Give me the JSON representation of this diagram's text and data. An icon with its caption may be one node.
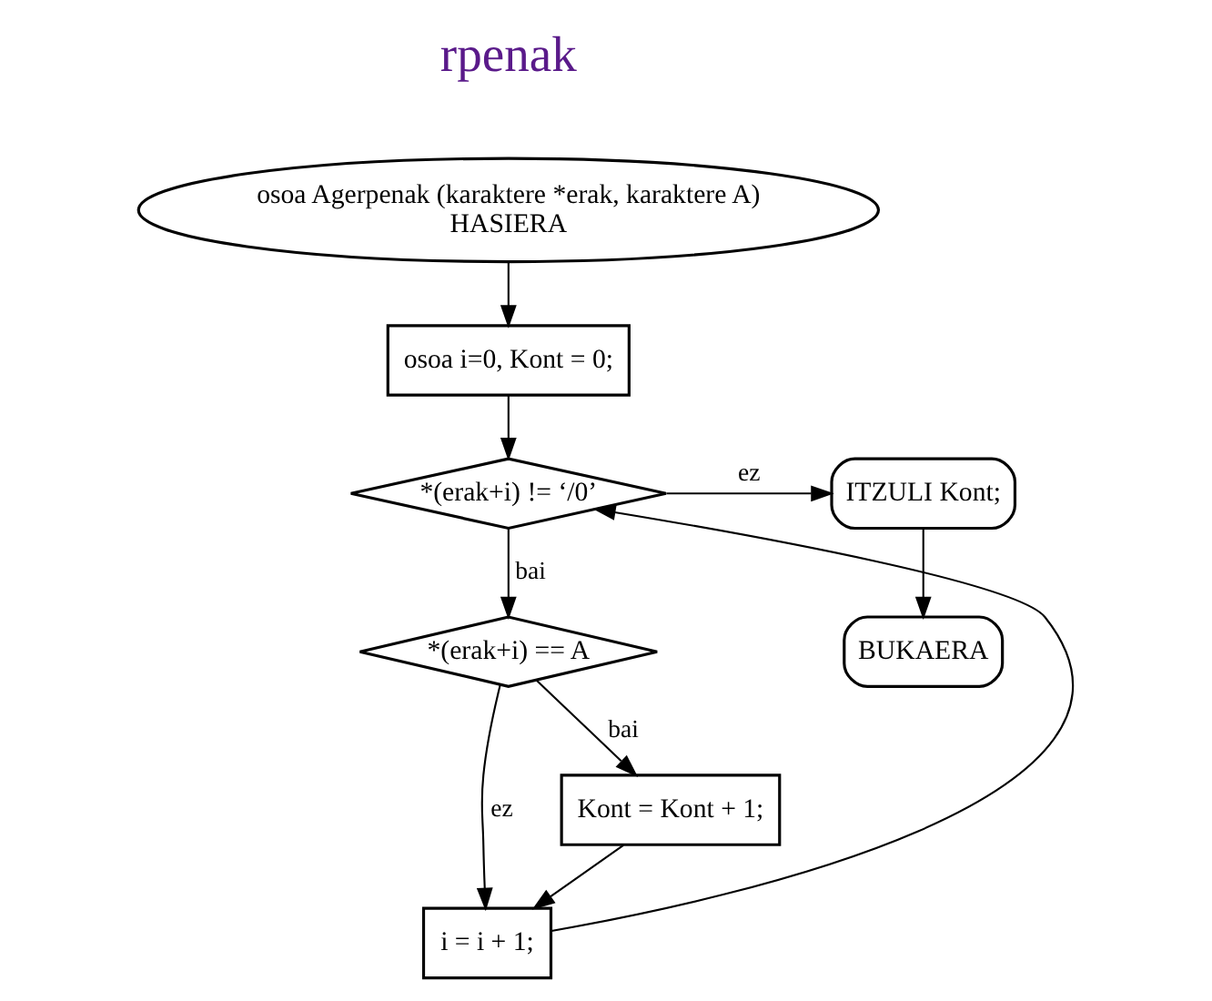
{
  "diagram": {
    "nodes": [
      {
        "text": [
          "osoa Agerpenak (karaktere *erak, karaktere A)",
          "HASIERA"
        ]
      },
      {
        "text": [
          "osoa i=0, Kont = 0;"
        ]
      },
      {
        "text": [
          "*(erak+i) != ‘/0’"
        ]
      },
      {
        "text": [
          "*(erak+i) == A"
        ]
      },
      {
        "text": [
          "Kont = Kont + 1;"
        ]
      },
      {
        "text": [
          "i = i + 1;"
        ]
      },
      {
        "text": [
          "ITZULI Kont;"
        ]
      },
      {
        "text": [
          "BUKAERA"
        ]
      }
    ],
    "edges": [
      {
        "from": 0,
        "to": 1,
        "arrow": "to"
      },
      {
        "from": 1,
        "to": 2,
        "arrow": "to"
      },
      {
        "from": 2,
        "to": 6,
        "arrow": "to",
        "label": "ez"
      },
      {
        "from": 2,
        "to": 3,
        "arrow": "to",
        "label": "bai"
      },
      {
        "from": 3,
        "to": 4,
        "arrow": "to",
        "label": "bai"
      },
      {
        "from": 3,
        "to": 5,
        "arrow": "to",
        "label": "ez"
      },
      {
        "from": 4,
        "to": 5,
        "arrow": "to"
      },
      {
        "from": 5,
        "to": 2,
        "arrow": "to"
      },
      {
        "from": 6,
        "to": 7,
        "arrow": "to"
      }
    ],
    "labels": [
      "rpenak"
    ]
  }
}
